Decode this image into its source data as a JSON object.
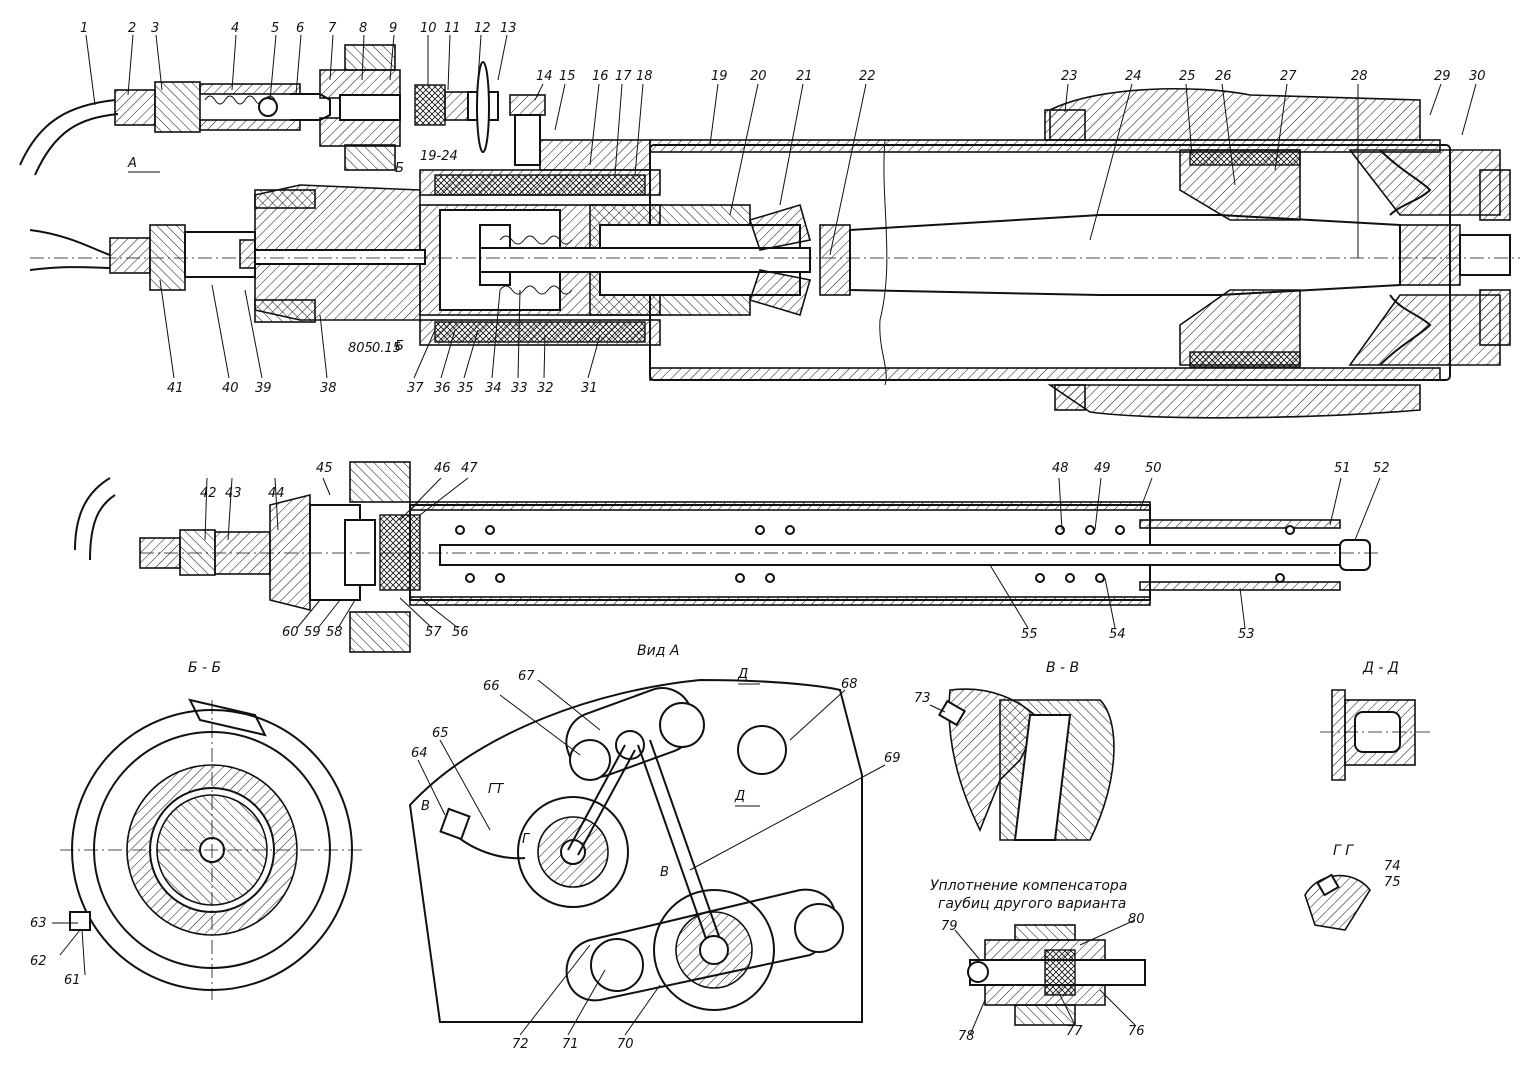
{
  "labels": {
    "top": [
      "1",
      "2",
      "3",
      "4",
      "5",
      "6",
      "7",
      "8",
      "9",
      "10",
      "11",
      "12",
      "13",
      "14",
      "15",
      "16",
      "17",
      "18",
      "19",
      "20",
      "21",
      "22",
      "23",
      "24",
      "25",
      "26",
      "27",
      "28",
      "29",
      "30"
    ],
    "upper_bottom": [
      "41",
      "40",
      "39",
      "38",
      "37",
      "36",
      "35",
      "34",
      "33",
      "32",
      "31"
    ],
    "mid_top": [
      "42",
      "43",
      "44",
      "45",
      "46",
      "47",
      "48",
      "49",
      "50",
      "51",
      "52"
    ],
    "mid_bottom": [
      "60",
      "59",
      "58",
      "57",
      "56",
      "55",
      "54",
      "53"
    ],
    "view_a": [
      "66",
      "67",
      "68",
      "65",
      "64",
      "69",
      "72",
      "71",
      "70"
    ],
    "misc": [
      "63",
      "62",
      "61",
      "73",
      "74",
      "75",
      "79",
      "80",
      "78",
      "77",
      "76"
    ]
  },
  "annotations": {
    "a_marker": "А",
    "b_marker_top": "Б",
    "b_marker_bottom": "Б",
    "range_top": "19-24",
    "tol_1": "805",
    "tol_2": "0.15",
    "d_marker_top": "Д",
    "d_marker_bottom": "Д",
    "gt_marker": "ГТ",
    "g_marker": "Г",
    "v_marker_left": "В",
    "v_marker_right": "В"
  },
  "titles": {
    "section_bb": "Б - Б",
    "view_a": "Вид А",
    "section_vv": "В - В",
    "section_dd": "Д - Д",
    "section_gg": "Г Г",
    "compensator_line1": "Уплотнение компенсатора",
    "compensator_line2": "гаубиц другого варианта"
  }
}
